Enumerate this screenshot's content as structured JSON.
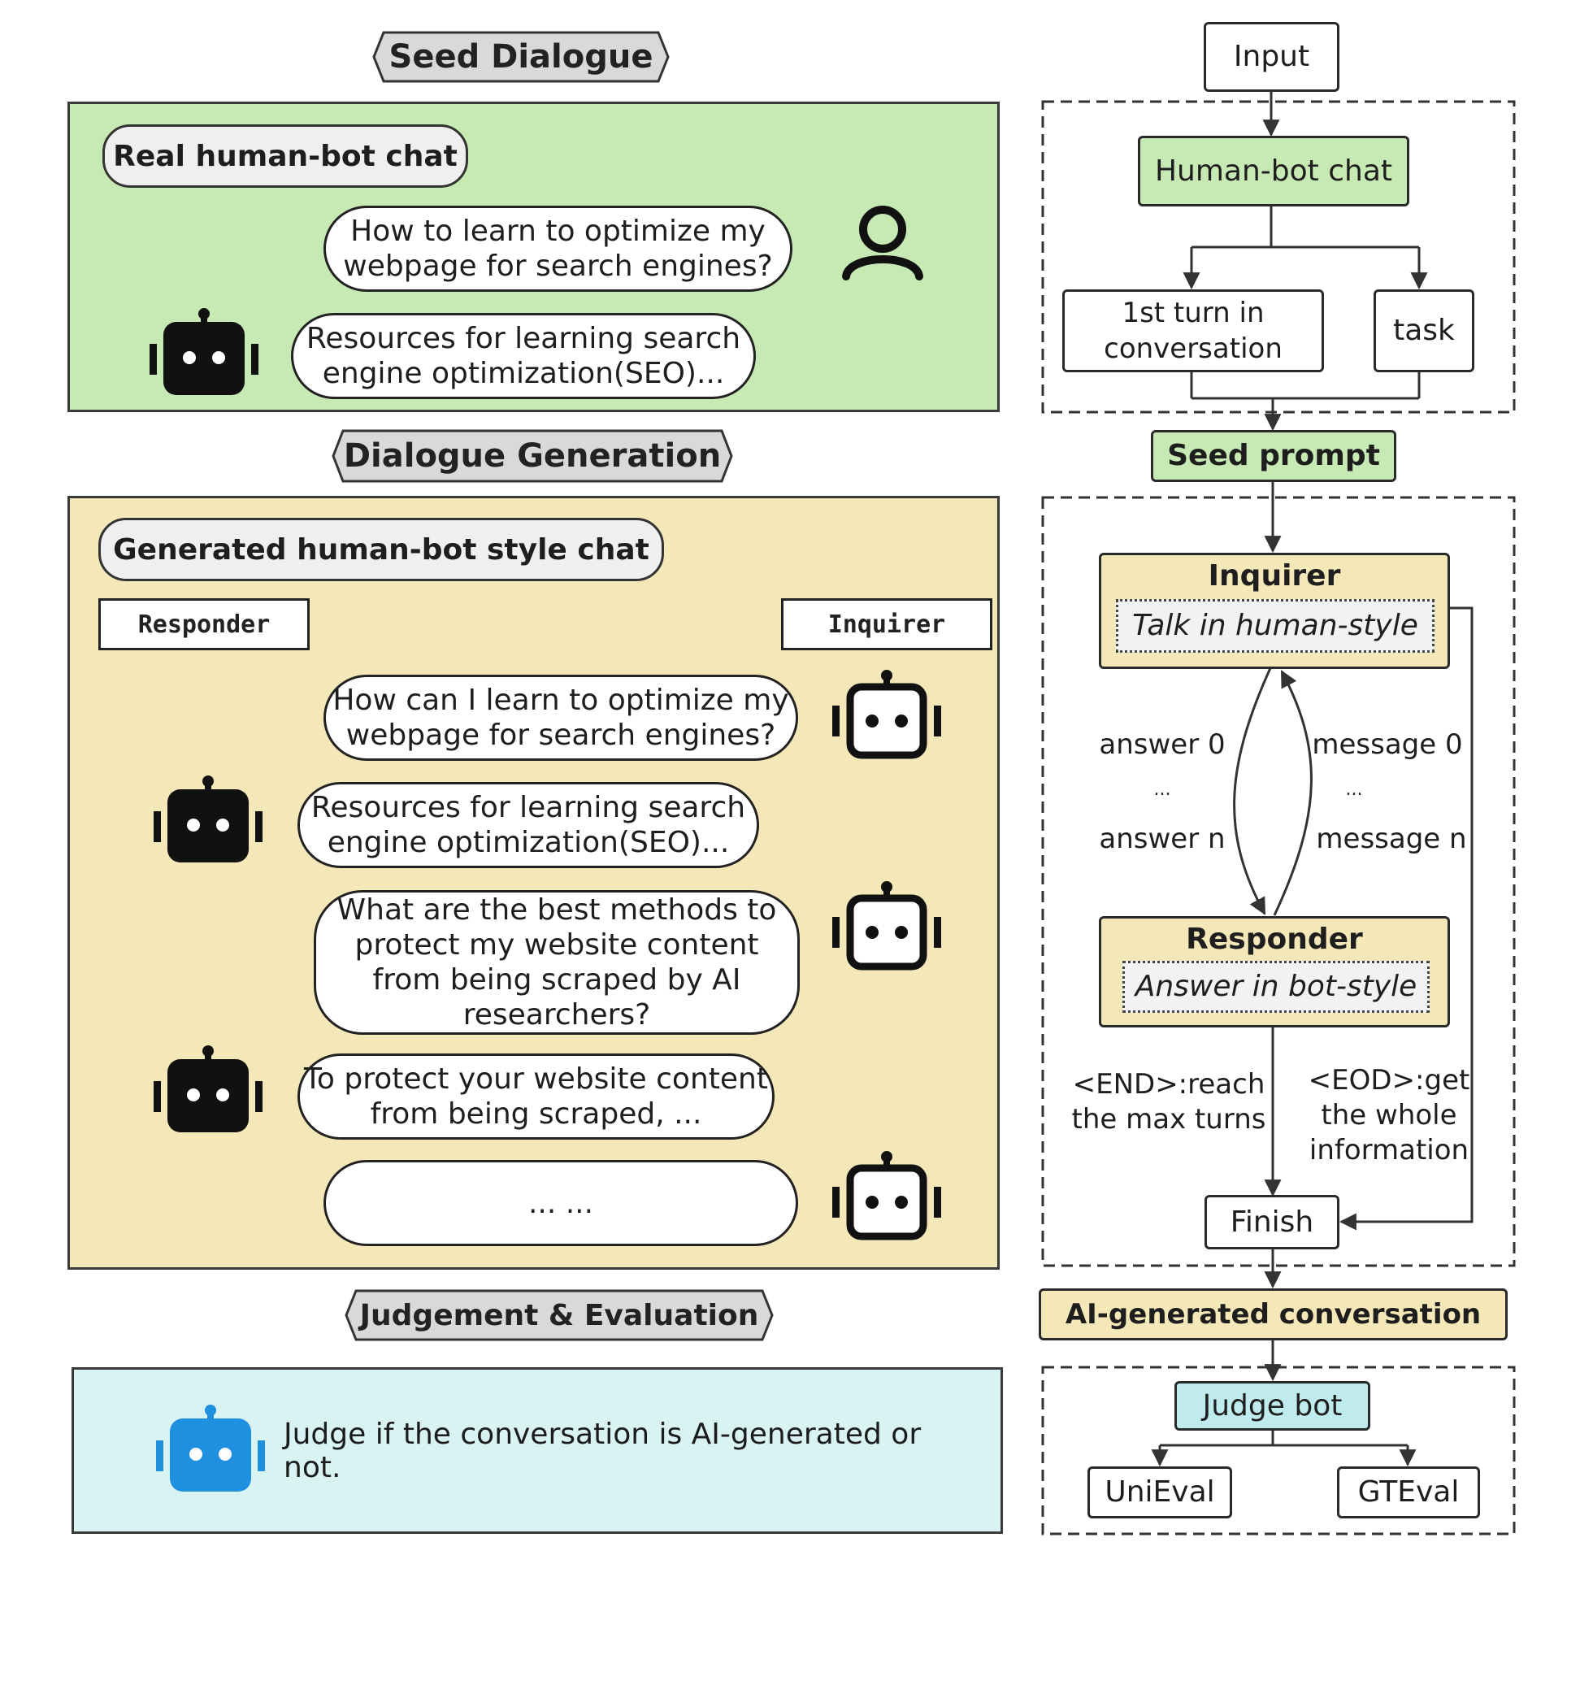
{
  "left": {
    "sections": {
      "seed_dialogue": "Seed Dialogue",
      "dialogue_generation": "Dialogue Generation",
      "judgement_evaluation": "Judgement & Evaluation"
    },
    "seed_panel": {
      "title": "Real human-bot chat",
      "messages": [
        {
          "role": "human",
          "text": "How to learn to optimize my webpage for search engines?"
        },
        {
          "role": "bot",
          "text": "Resources for learning search engine optimization(SEO)..."
        }
      ]
    },
    "generation_panel": {
      "title": "Generated human-bot style chat",
      "responder_label": "Responder",
      "inquirer_label": "Inquirer",
      "messages": [
        {
          "role": "inquirer",
          "text": "How can I learn to optimize my webpage for search engines?"
        },
        {
          "role": "responder",
          "text": "Resources for learning search engine optimization(SEO)..."
        },
        {
          "role": "inquirer",
          "text": "What are the best methods to protect my website content from being scraped by AI researchers?"
        },
        {
          "role": "responder",
          "text": "To protect your website content from being scraped, ..."
        },
        {
          "role": "inquirer",
          "text": "... ..."
        }
      ]
    },
    "judge_panel": {
      "text": "Judge if the conversation is AI-generated or not."
    }
  },
  "flow": {
    "input": "Input",
    "human_bot_chat": "Human-bot chat",
    "first_turn": "1st turn in conversation",
    "task": "task",
    "seed_prompt": "Seed prompt",
    "inquirer_title": "Inquirer",
    "inquirer_desc": "Talk in human-style",
    "responder_title": "Responder",
    "responder_desc": "Answer in bot-style",
    "answer_0": "answer 0",
    "answer_dots": "...",
    "answer_n": "answer n",
    "message_0": "message 0",
    "message_dots": "...",
    "message_n": "message n",
    "end_note": "<END>:reach the max turns",
    "eod_note": "<EOD>:get the whole information",
    "finish": "Finish",
    "ai_conversation": "AI-generated conversation",
    "judge_bot": "Judge bot",
    "unieval": "UniEval",
    "gteval": "GTEval"
  },
  "colors": {
    "seed_panel": "#c7eab4",
    "generation_panel": "#f5e8b8",
    "judge_panel": "#d9f3f3",
    "ribbon": "#d9d9d9",
    "judge_bot_icon": "#1f8fe0"
  }
}
